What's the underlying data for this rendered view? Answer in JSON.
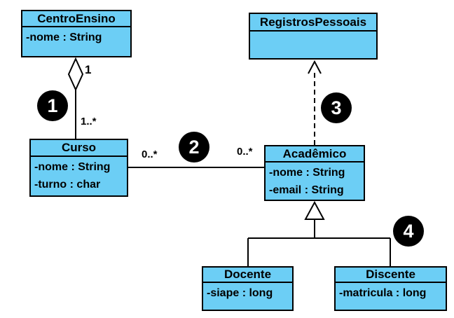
{
  "diagram": {
    "kind": "uml-class-diagram",
    "colors": {
      "class_fill": "#6CCEF5",
      "class_border": "#000000",
      "connector": "#000000",
      "badge_background": "#000000",
      "badge_text": "#ffffff",
      "page_background": "#ffffff"
    },
    "classes": [
      {
        "name": "CentroEnsino",
        "attributes": [
          "-nome : String"
        ]
      },
      {
        "name": "RegistrosPessoais",
        "attributes": []
      },
      {
        "name": "Curso",
        "attributes": [
          "-nome : String",
          "-turno : char"
        ]
      },
      {
        "name": "Acadêmico",
        "attributes": [
          "-nome : String",
          "-email : String"
        ]
      },
      {
        "name": "Docente",
        "attributes": [
          "-siape : long"
        ]
      },
      {
        "name": "Discente",
        "attributes": [
          "-matricula : long"
        ]
      }
    ],
    "relationships": [
      {
        "badge": "1",
        "type": "aggregation",
        "whole": "CentroEnsino",
        "part": "Curso",
        "multiplicity_whole": "1",
        "multiplicity_part": "1..*"
      },
      {
        "badge": "2",
        "type": "association",
        "from": "Curso",
        "to": "Acadêmico",
        "multiplicity_from": "0..*",
        "multiplicity_to": "0..*"
      },
      {
        "badge": "3",
        "type": "dependency",
        "from": "Acadêmico",
        "to": "RegistrosPessoais"
      },
      {
        "badge": "4",
        "type": "generalization",
        "parent": "Acadêmico",
        "children": [
          "Docente",
          "Discente"
        ]
      }
    ],
    "labels": {
      "aggregation_whole_multiplicity": "1",
      "aggregation_part_multiplicity": "1..*",
      "association_curso_multiplicity": "0..*",
      "association_academico_multiplicity": "0..*"
    },
    "badges": [
      {
        "label": "1"
      },
      {
        "label": "2"
      },
      {
        "label": "3"
      },
      {
        "label": "4"
      }
    ]
  }
}
